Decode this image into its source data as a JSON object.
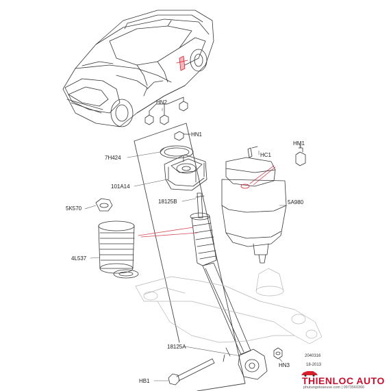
{
  "labels": {
    "hn2": "HN2",
    "hn1": "HN1",
    "hc1": "HC1",
    "hm1": "HM1",
    "l7h424": "7H424",
    "l101a14": "101A14",
    "l18125b": "18125B",
    "l5a980": "5A980",
    "l5k570": "5K570",
    "l4l537": "4L537",
    "l18125a": "18125A",
    "hn3": "HN3",
    "hb1": "HB1"
  },
  "reference": {
    "code": "2040316",
    "date": "18-2013"
  },
  "watermark": {
    "brand": "THIENLOC AUTO",
    "contact": "phutungotoseuve.com | 0973560366",
    "colors": {
      "brand": "#c8102e",
      "car": "#d81e2c"
    }
  },
  "colors": {
    "line": "#333333",
    "accent_line": "#d24a5a"
  }
}
